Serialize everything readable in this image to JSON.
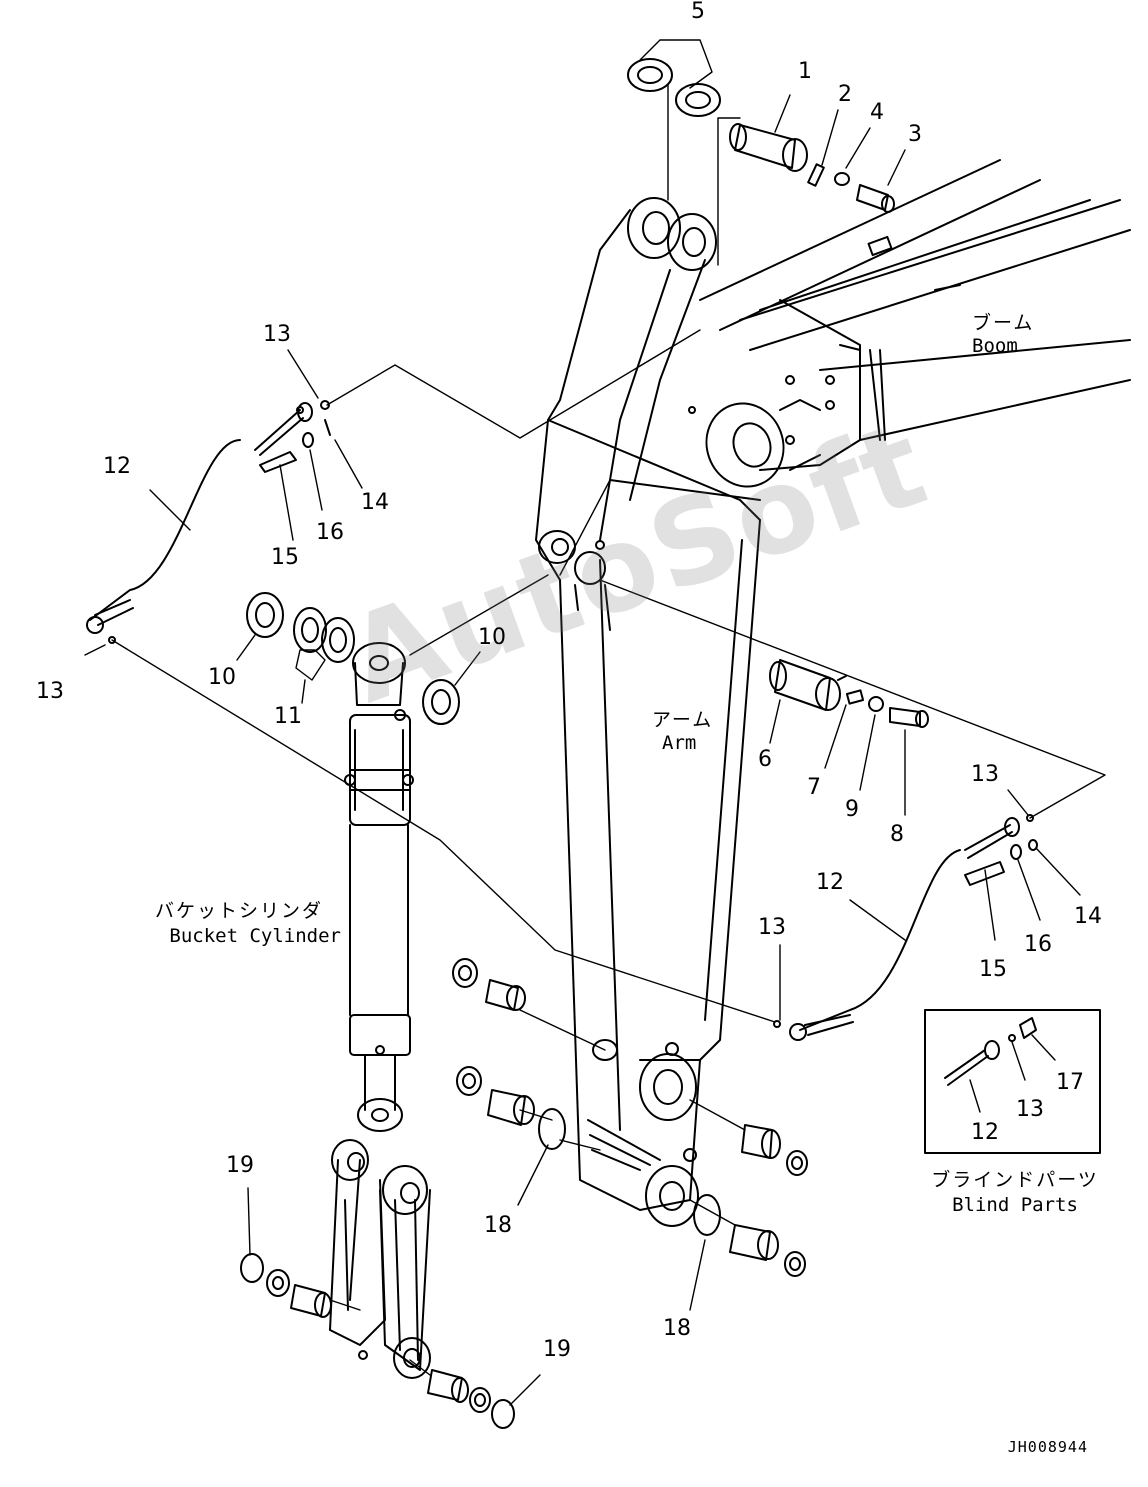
{
  "watermark": "AutoSoft",
  "doc_id": "JH008944",
  "captions": {
    "boom_jp": "ブーム",
    "boom_en": "Boom",
    "arm_jp": "アーム",
    "arm_en": "Arm",
    "cylinder_jp": "バケットシリンダ",
    "cylinder_en": "Bucket Cylinder",
    "blind_jp": "ブラインドパーツ",
    "blind_en": "Blind Parts"
  },
  "callouts": {
    "c1": "1",
    "c2": "2",
    "c3": "3",
    "c4": "4",
    "c5": "5",
    "c6": "6",
    "c7": "7",
    "c8": "8",
    "c9": "9",
    "c10a": "10",
    "c10b": "10",
    "c11": "11",
    "c12a": "12",
    "c12b": "12",
    "c12c": "12",
    "c13a": "13",
    "c13b": "13",
    "c13c": "13",
    "c13d": "13",
    "c13e": "13",
    "c14a": "14",
    "c14b": "14",
    "c15a": "15",
    "c15b": "15",
    "c16a": "16",
    "c16b": "16",
    "c17": "17",
    "c18a": "18",
    "c18b": "18",
    "c19a": "19",
    "c19b": "19"
  }
}
